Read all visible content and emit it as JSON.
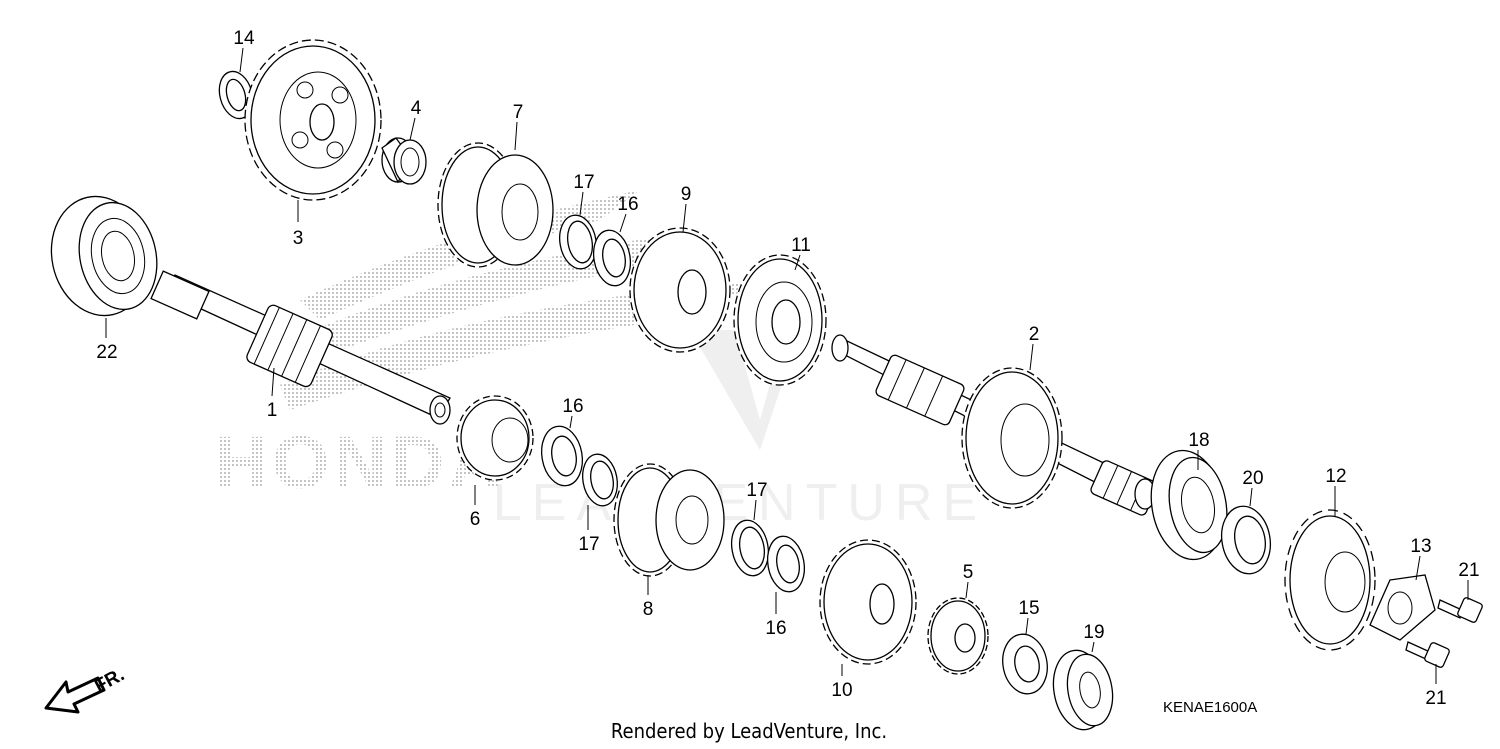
{
  "diagram": {
    "parts": [
      {
        "id": "1",
        "label": "1"
      },
      {
        "id": "2",
        "label": "2"
      },
      {
        "id": "3",
        "label": "3"
      },
      {
        "id": "4",
        "label": "4"
      },
      {
        "id": "5",
        "label": "5"
      },
      {
        "id": "6",
        "label": "6"
      },
      {
        "id": "7",
        "label": "7"
      },
      {
        "id": "8",
        "label": "8"
      },
      {
        "id": "9",
        "label": "9"
      },
      {
        "id": "10",
        "label": "10"
      },
      {
        "id": "11",
        "label": "11"
      },
      {
        "id": "12",
        "label": "12"
      },
      {
        "id": "13",
        "label": "13"
      },
      {
        "id": "14",
        "label": "14"
      },
      {
        "id": "15",
        "label": "15"
      },
      {
        "id": "16a",
        "label": "16"
      },
      {
        "id": "16b",
        "label": "16"
      },
      {
        "id": "16c",
        "label": "16"
      },
      {
        "id": "17a",
        "label": "17"
      },
      {
        "id": "17b",
        "label": "17"
      },
      {
        "id": "17c",
        "label": "17"
      },
      {
        "id": "18",
        "label": "18"
      },
      {
        "id": "19",
        "label": "19"
      },
      {
        "id": "20",
        "label": "20"
      },
      {
        "id": "21a",
        "label": "21"
      },
      {
        "id": "21b",
        "label": "21"
      },
      {
        "id": "22",
        "label": "22"
      }
    ],
    "direction_label": "FR.",
    "diagram_code": "KENAE1600A",
    "watermark_brand": "HONDA",
    "watermark_text": "LEADVENTURE",
    "credit": "Rendered by LeadVenture, Inc."
  }
}
